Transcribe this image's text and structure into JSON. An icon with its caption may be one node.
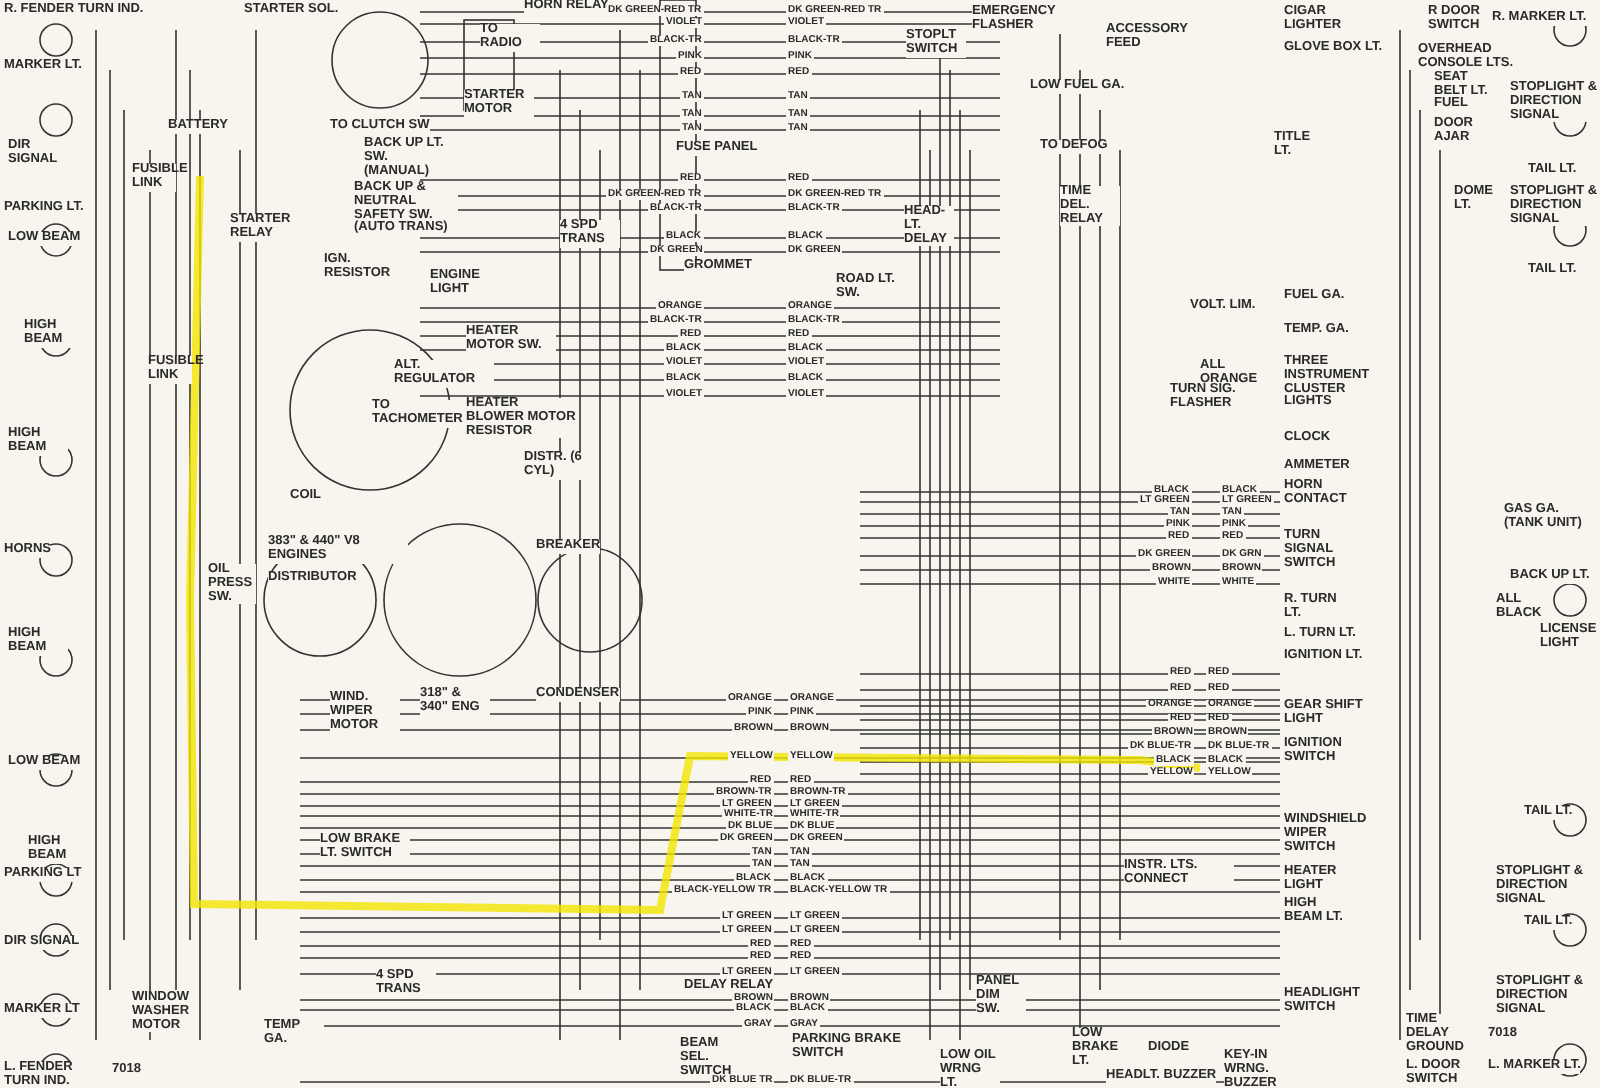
{
  "diagram": {
    "labels": [
      "R. FENDER TURN IND.",
      "MARKER LT.",
      "DIR SIGNAL",
      "PARKING LT.",
      "LOW BEAM",
      "HIGH BEAM",
      "HIGH BEAM",
      "HORNS",
      "HIGH BEAM",
      "LOW BEAM",
      "HIGH BEAM",
      "PARKING LT",
      "DIR SIGNAL",
      "MARKER LT",
      "L. FENDER TURN IND.",
      "7018",
      "STARTER SOL.",
      "BATTERY",
      "TO CLUTCH SW",
      "BACK UP LT. SW. (MANUAL)",
      "BACK UP & NEUTRAL SAFETY SW. (AUTO TRANS)",
      "STARTER RELAY",
      "STARTER MOTOR",
      "TO RADIO",
      "FUSIBLE LINK",
      "FUSIBLE LINK",
      "IGN. RESISTOR",
      "ENGINE LIGHT",
      "ALT. REGULATOR",
      "HEATER MOTOR SW.",
      "TO TACHOMETER",
      "HEATER BLOWER MOTOR RESISTOR",
      "COIL",
      "DISTR. (6 CYL)",
      "383\" & 440\" V8 ENGINES",
      "DISTRIBUTOR",
      "BREAKER",
      "OIL PRESS SW.",
      "318\" & 340\" ENG",
      "CONDENSER",
      "WIND. WIPER MOTOR",
      "LOW BRAKE LT. SWITCH",
      "4 SPD TRANS",
      "TEMP GA.",
      "WINDOW WASHER MOTOR",
      "HORN RELAY",
      "FUSE PANEL",
      "4 SPD TRANS",
      "GROMMET",
      "ROAD LT. SW.",
      "EMERGENCY FLASHER",
      "STOPLT SWITCH",
      "HEAD-LT. DELAY",
      "LOW FUEL GA.",
      "TO DEFOG",
      "TIME DEL. RELAY",
      "CIGAR LIGHTER",
      "ACCESSORY FEED",
      "GLOVE BOX LT.",
      "R DOOR SWITCH",
      "OVERHEAD CONSOLE LTS.",
      "SEAT BELT LT.",
      "FUEL",
      "DOOR AJAR",
      "TITLE LT.",
      "DOME LT.",
      "R. MARKER LT.",
      "STOPLIGHT & DIRECTION SIGNAL",
      "TAIL LT.",
      "STOPLIGHT & DIRECTION SIGNAL",
      "TAIL LT.",
      "FUEL GA.",
      "VOLT. LIM.",
      "TEMP. GA.",
      "ALL ORANGE",
      "THREE INSTRUMENT CLUSTER LIGHTS",
      "TURN SIG. FLASHER",
      "CLOCK",
      "AMMETER",
      "HORN CONTACT",
      "TURN SIGNAL SWITCH",
      "GAS GA. (TANK UNIT)",
      "BACK UP LT.",
      "ALL BLACK",
      "LICENSE LIGHT",
      "R. TURN LT.",
      "L. TURN LT.",
      "IGNITION LT.",
      "GEAR SHIFT LIGHT",
      "IGNITION SWITCH",
      "WINDSHIELD WIPER SWITCH",
      "INSTR. LTS. CONNECT",
      "HEATER LIGHT",
      "HIGH BEAM LT.",
      "HEADLIGHT SWITCH",
      "TAIL LT.",
      "STOPLIGHT & DIRECTION SIGNAL",
      "TAIL LT.",
      "STOPLIGHT & DIRECTION SIGNAL",
      "TIME DELAY GROUND",
      "L. DOOR SWITCH",
      "7018",
      "L. MARKER LT.",
      "LOW BRAKE LT.",
      "DIODE",
      "HEADLT. BUZZER",
      "KEY-IN WRNG. BUZZER",
      "DELAY RELAY",
      "BEAM SEL. SWITCH",
      "PARKING BRAKE SWITCH",
      "PANEL DIM SW.",
      "LOW OIL WRNG LT.",
      "DK GREEN-RED TR",
      "DK GREEN-RED TR",
      "VIOLET",
      "VIOLET",
      "BLACK-TR",
      "BLACK-TR",
      "PINK",
      "PINK",
      "RED",
      "RED",
      "TAN",
      "TAN",
      "TAN",
      "TAN",
      "TAN",
      "TAN",
      "RED",
      "RED",
      "DK GREEN-RED TR",
      "DK GREEN-RED TR",
      "BLACK-TR",
      "BLACK-TR",
      "BLACK",
      "BLACK",
      "DK GREEN",
      "DK GREEN",
      "ORANGE",
      "ORANGE",
      "BLACK-TR",
      "BLACK-TR",
      "RED",
      "RED",
      "BLACK",
      "BLACK",
      "VIOLET",
      "VIOLET",
      "BLACK",
      "BLACK",
      "VIOLET",
      "VIOLET",
      "ORANGE",
      "ORANGE",
      "PINK",
      "PINK",
      "BROWN",
      "BROWN",
      "YELLOW",
      "YELLOW",
      "RED",
      "RED",
      "BROWN-TR",
      "BROWN-TR",
      "LT GREEN",
      "LT GREEN",
      "WHITE-TR",
      "WHITE-TR",
      "DK BLUE",
      "DK BLUE",
      "DK GREEN",
      "DK GREEN",
      "TAN",
      "TAN",
      "TAN",
      "TAN",
      "BLACK",
      "BLACK",
      "BLACK-YELLOW TR",
      "BLACK-YELLOW TR",
      "LT GREEN",
      "LT GREEN",
      "LT GREEN",
      "LT GREEN",
      "RED",
      "RED",
      "RED",
      "RED",
      "LT GREEN",
      "LT GREEN",
      "BROWN",
      "BROWN",
      "BLACK",
      "BLACK",
      "GRAY",
      "GRAY",
      "DK BLUE TR",
      "DK BLUE-TR",
      "RED",
      "RED",
      "RED",
      "RED",
      "ORANGE",
      "ORANGE",
      "RED",
      "RED",
      "BROWN",
      "BROWN",
      "DK BLUE-TR",
      "DK BLUE-TR",
      "BLACK",
      "BLACK",
      "YELLOW",
      "YELLOW",
      "BLACK",
      "BLACK",
      "LT GREEN",
      "LT GREEN",
      "TAN",
      "TAN",
      "PINK",
      "PINK",
      "RED",
      "RED",
      "DK GREEN",
      "DK GRN",
      "BROWN",
      "BROWN",
      "WHITE",
      "WHITE"
    ]
  }
}
